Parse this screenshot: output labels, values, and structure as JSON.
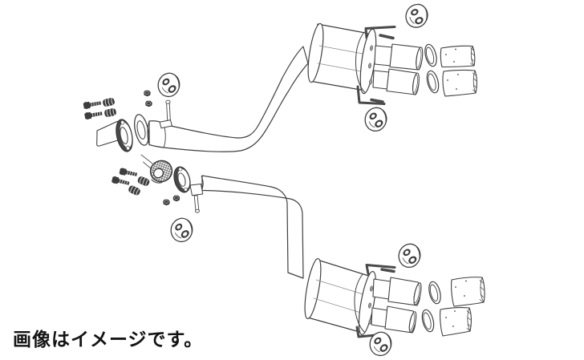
{
  "caption": {
    "text": "画像はイメージです。"
  },
  "diagram": {
    "type": "exploded-parts-illustration",
    "subject": "dual rear muffler exhaust system",
    "background": "#ffffff",
    "line_color": "#3f3f3f",
    "dark_part_color": "#3d3d3d",
    "parts": [
      "front-pipe",
      "pipe-flange",
      "flange-gasket",
      "spring-bolt",
      "coil-spring",
      "flange-nut",
      "hanger-rod",
      "rubber-hanger-mount",
      "mesh-ring-gasket",
      "center-pipe",
      "rear-muffler-upper",
      "rear-muffler-lower",
      "muffler-end-plate",
      "dual-tail-tip",
      "slip-ring",
      "tail-tip-sleeve"
    ]
  }
}
